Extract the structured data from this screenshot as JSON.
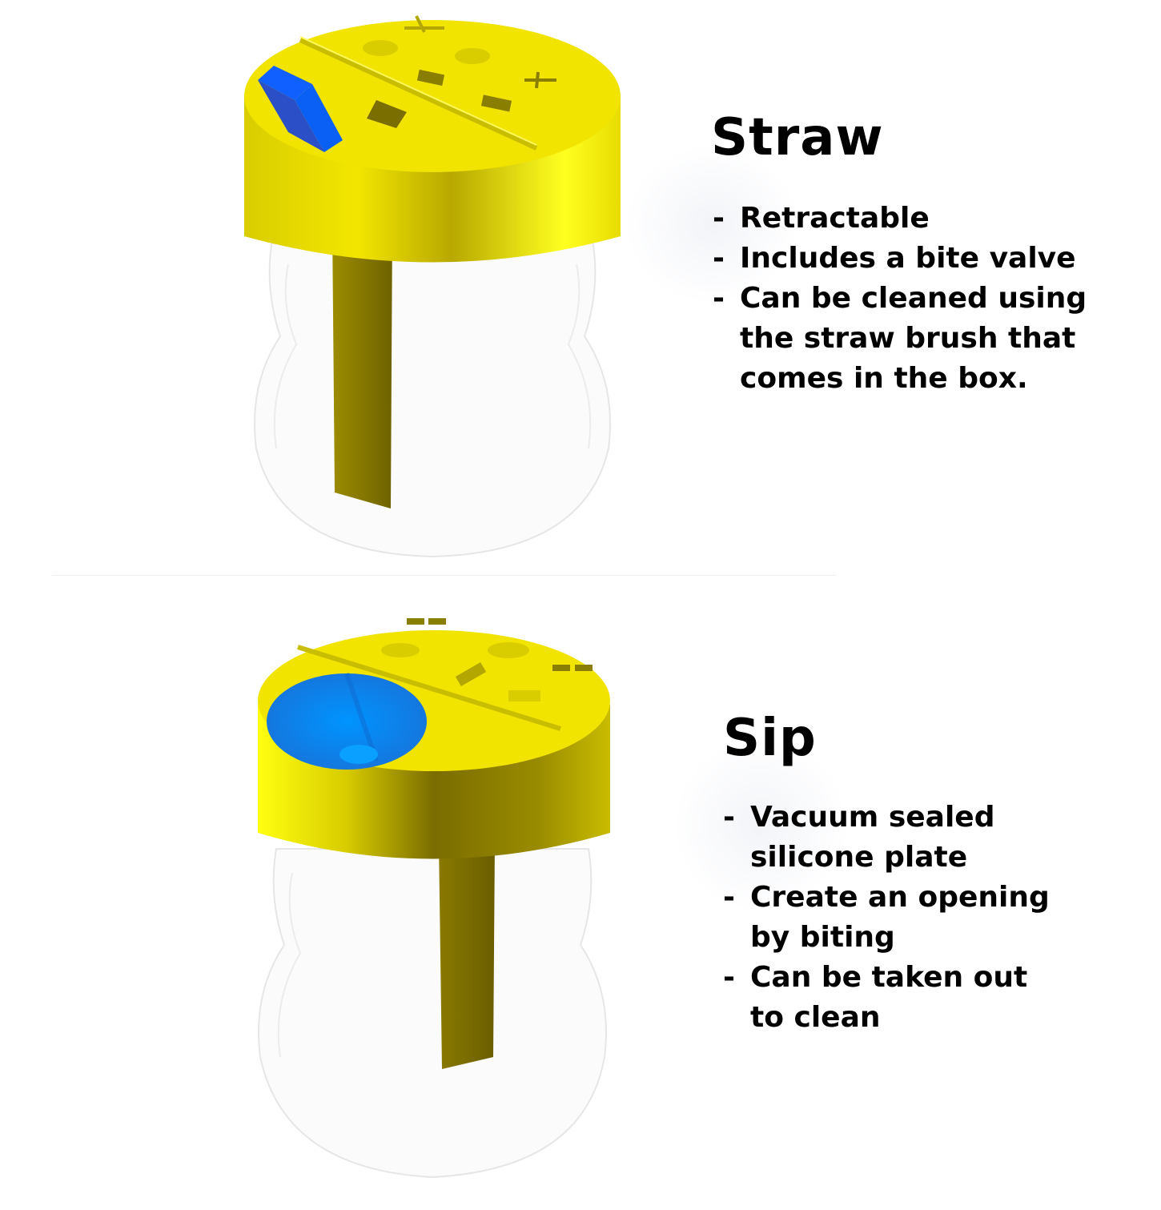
{
  "colors": {
    "lid_yellow": "#f2e600",
    "lid_shadow": "#7a6e00",
    "accent_blue": "#0a60f0",
    "silicone_blue": "#1a8ef5",
    "straw_olive": "#8a7a00",
    "text": "#000000",
    "background": "#ffffff"
  },
  "sections": [
    {
      "title": "Straw",
      "bullets": [
        "Retractable",
        "Includes a bite valve",
        "Can be cleaned using the straw brush that comes in the box."
      ],
      "image": "cup-with-straw-lid-render"
    },
    {
      "title": "Sip",
      "bullets": [
        "Vacuum sealed silicone plate",
        "Create an opening by biting",
        "Can be taken out to clean"
      ],
      "image": "cup-with-sip-lid-render"
    }
  ],
  "bullet_marker": "-"
}
